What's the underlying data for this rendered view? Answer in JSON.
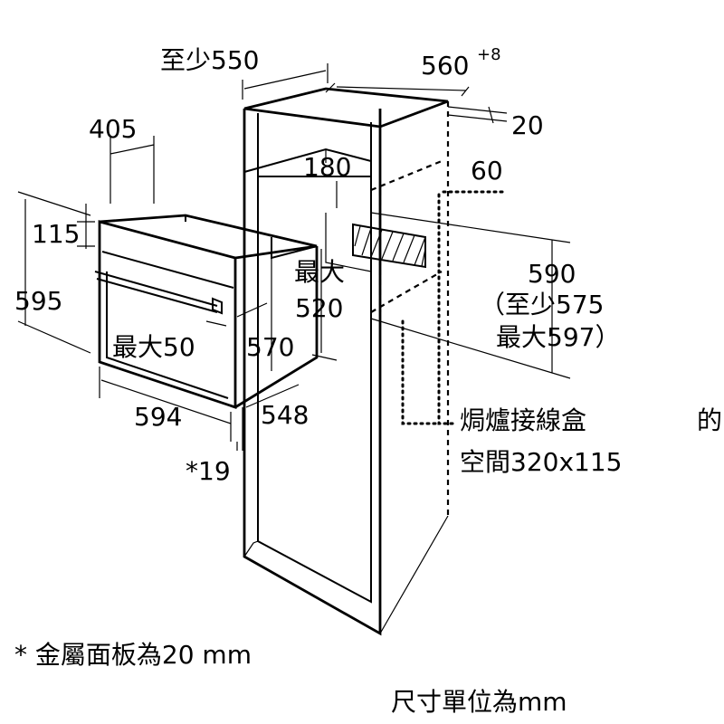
{
  "labels": {
    "min_550": "至少550",
    "width_560": "560",
    "width_560_sup": "+8",
    "dim_20": "20",
    "dim_405": "405",
    "dim_180": "180",
    "dim_60": "60",
    "dim_115": "115",
    "dim_595": "595",
    "max": "最大",
    "dim_520": "520",
    "max_50": "最大50",
    "dim_570": "570",
    "dim_590": "590",
    "min_575": "（至少575",
    "max_597": "最大597）",
    "dim_594": "594",
    "dim_548": "548",
    "dim_19": "*19",
    "junction_box_1": "焗爐接線盒",
    "junction_box_2": "空間320x115",
    "cut_char": "的"
  },
  "footnotes": {
    "panel_note": "* 金屬面板為20 mm",
    "unit_note": "尺寸單位為mm"
  }
}
